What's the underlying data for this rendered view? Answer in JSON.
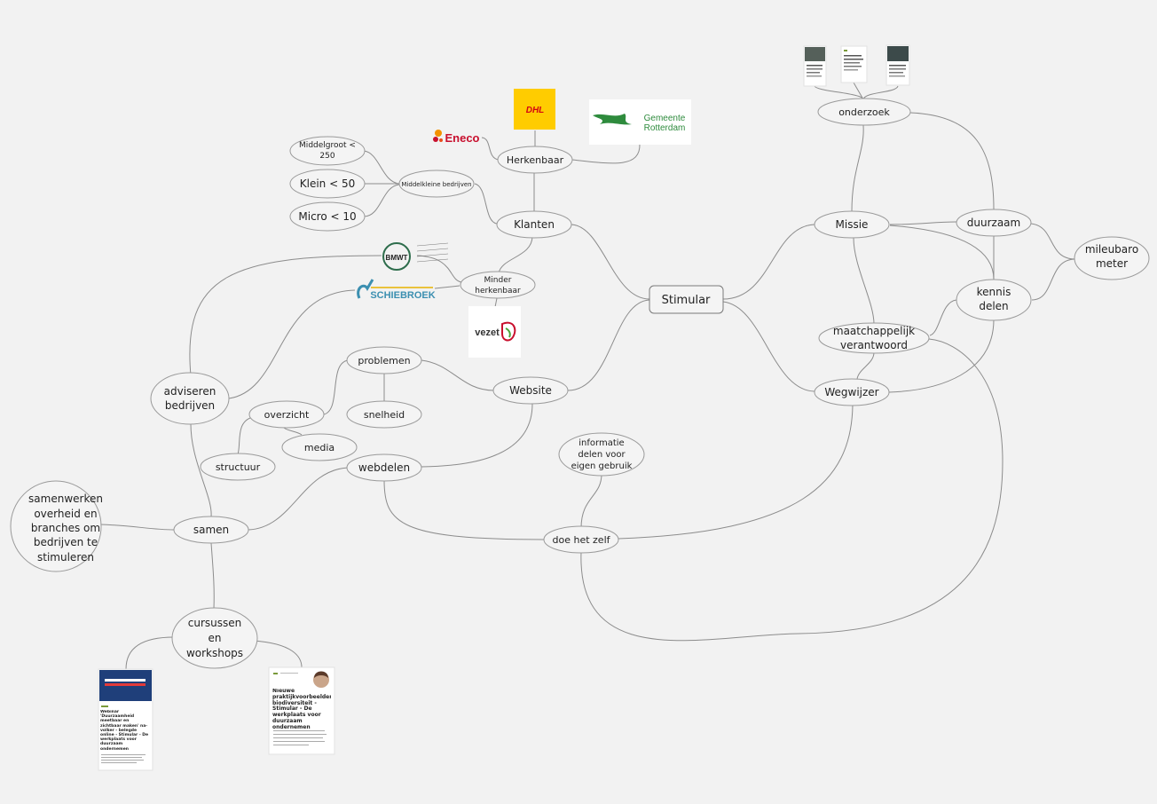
{
  "nodes": {
    "stimular": "Stimular",
    "klanten": "Klanten",
    "herkenbaar": "Herkenbaar",
    "middelgroot_line1": "Middelgroot <",
    "middelgroot_line2": "250",
    "klein": "Klein < 50",
    "micro": "Micro < 10",
    "middelkleine": "Middelkleine bedrijven",
    "minder_line1": "Minder",
    "minder_line2": "herkenbaar",
    "website": "Website",
    "problemen": "problemen",
    "snelheid": "snelheid",
    "overzicht": "overzicht",
    "media": "media",
    "structuur": "structuur",
    "webdelen": "webdelen",
    "adviseren_line1": "adviseren",
    "adviseren_line2": "bedrijven",
    "samen": "samen",
    "samenwerken_line1": "samenwerken",
    "samenwerken_line2": "overheid en",
    "samenwerken_line3": "branches om",
    "samenwerken_line4": "bedrijven te",
    "samenwerken_line5": "stimuleren",
    "cursussen_line1": "cursussen",
    "cursussen_line2": "en",
    "cursussen_line3": "workshops",
    "informatie_line1": "informatie",
    "informatie_line2": "delen voor",
    "informatie_line3": "eigen gebruik",
    "doe_het_zelf": "doe het zelf",
    "missie": "Missie",
    "onderzoek": "onderzoek",
    "duurzaam": "duurzaam",
    "mileubaro_line1": "mileubaro",
    "mileubaro_line2": "meter",
    "kennis_line1": "kennis",
    "kennis_line2": "delen",
    "maatschappelijk_line1": "maatchappelijk",
    "maatschappelijk_line2": "verantwoord",
    "wegwijzer": "Wegwijzer"
  },
  "logos": {
    "dhl": "DHL",
    "eneco": "Eneco",
    "gemeente_line1": "Gemeente",
    "gemeente_line2": "Rotterdam",
    "bmwt": "BMWT",
    "schiebroek": "SCHIEBROEK",
    "vezet": "vezet"
  },
  "thumbnails": {
    "webinar_title": "Webinar 'Duurzaamheid meetbaar en zichtbaar maken' na-volker - belegde online - Stimular - De werkplaats voor duurzaam ondernemen",
    "biodiversiteit_title": "Nieuwe praktijkvoorbeelden biodiversiteit - Stimular - De werkplaats voor duurzaam ondernemen"
  },
  "colors": {
    "background": "#f2f2f2",
    "node_fill": "#f4f4f4",
    "edge": "#8c8c8c",
    "dhl_yellow": "#ffcc00",
    "dhl_red": "#d40511",
    "eneco_red": "#c8102e",
    "gemeente_green": "#2e8b3d",
    "schiebroek_blue": "#3b8fb0"
  }
}
